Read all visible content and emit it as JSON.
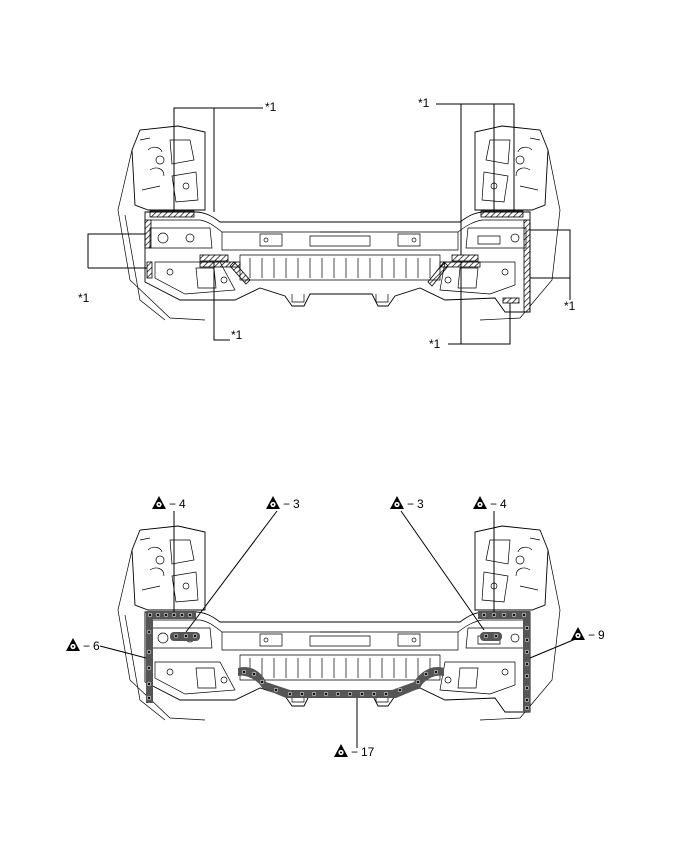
{
  "colors": {
    "line": "#000000",
    "background": "#ffffff",
    "weld_band": "#555555",
    "hatch": "#000000"
  },
  "top_diagram": {
    "callout_text": "*1",
    "callouts": [
      {
        "id": "c1",
        "text": "*1"
      },
      {
        "id": "c2",
        "text": "*1"
      },
      {
        "id": "c3",
        "text": "*1"
      },
      {
        "id": "c4",
        "text": "*1"
      },
      {
        "id": "c5",
        "text": "*1"
      }
    ]
  },
  "bottom_diagram": {
    "weld_symbol_icon": "spot-weld-icon",
    "separator": "−",
    "weld_labels": [
      {
        "id": "w_tl4",
        "count": "4"
      },
      {
        "id": "w_tl3",
        "count": "3"
      },
      {
        "id": "w_tr3",
        "count": "3"
      },
      {
        "id": "w_tr4",
        "count": "4"
      },
      {
        "id": "w_l6",
        "count": "6"
      },
      {
        "id": "w_r9",
        "count": "9"
      },
      {
        "id": "w_b17",
        "count": "17"
      }
    ]
  }
}
